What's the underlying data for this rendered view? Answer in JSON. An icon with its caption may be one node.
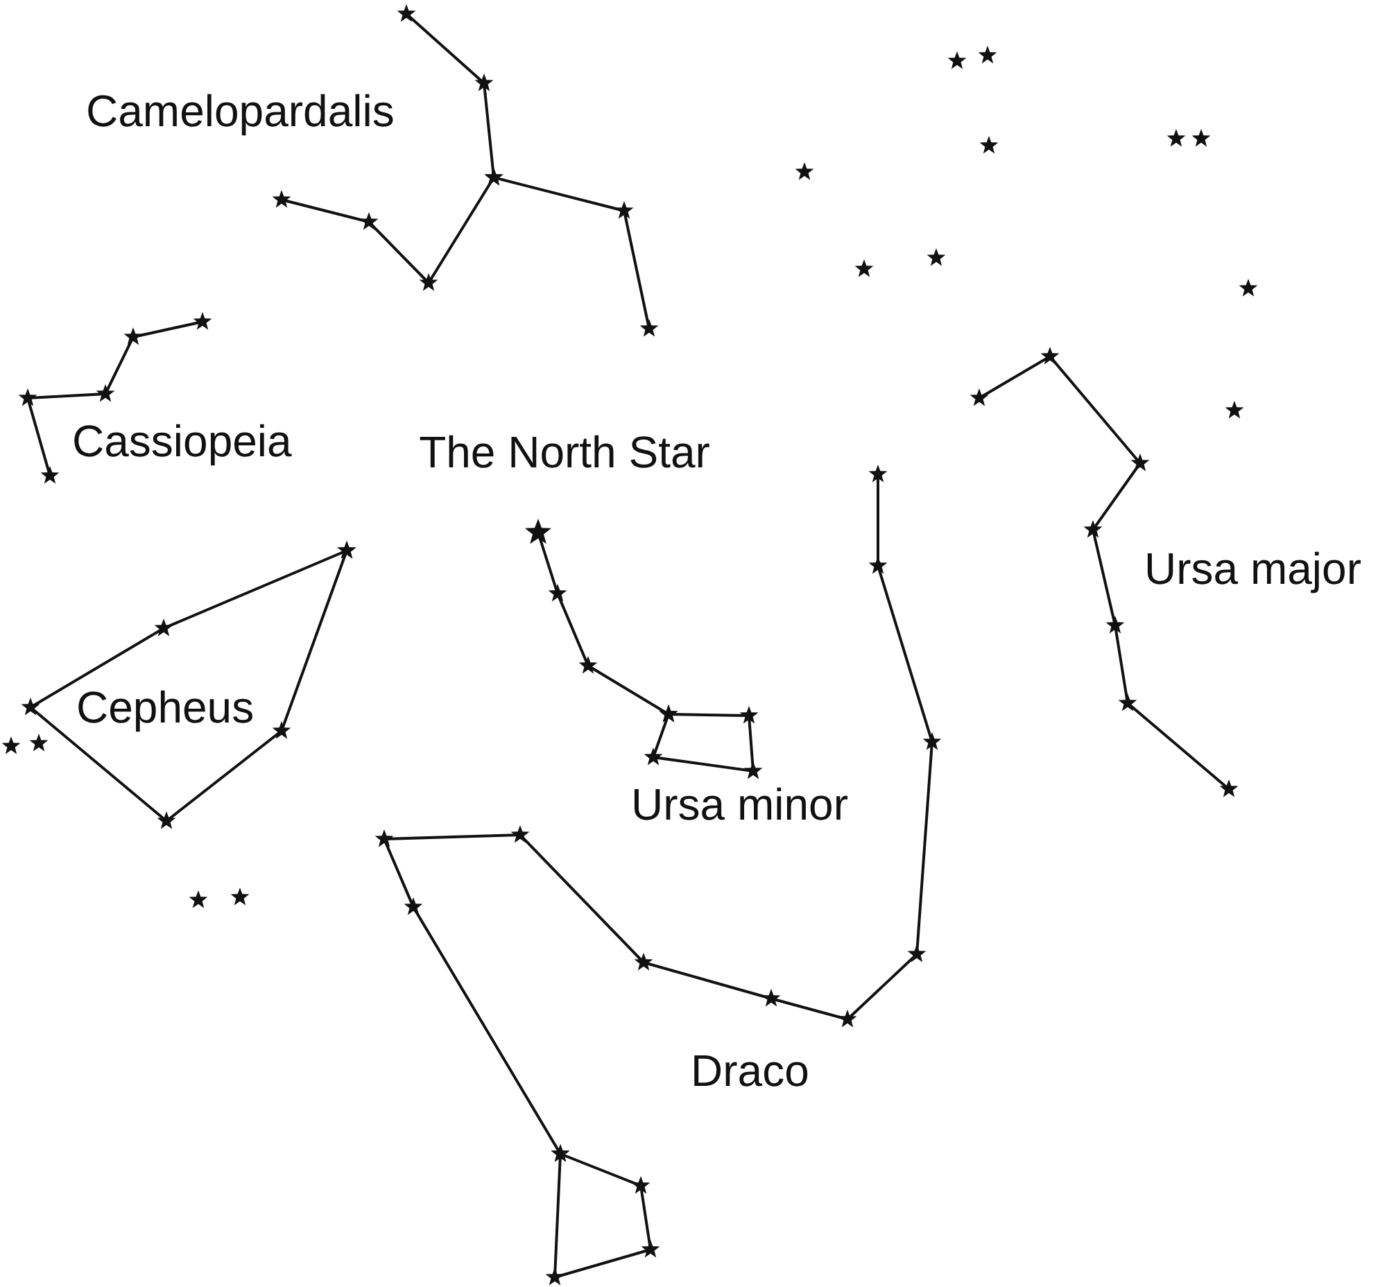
{
  "diagram": {
    "labels": [
      "Camelopardalis",
      "Cassiopeia",
      "The North Star",
      "Ursa major",
      "Cepheus",
      "Ursa minor",
      "Draco"
    ]
  }
}
